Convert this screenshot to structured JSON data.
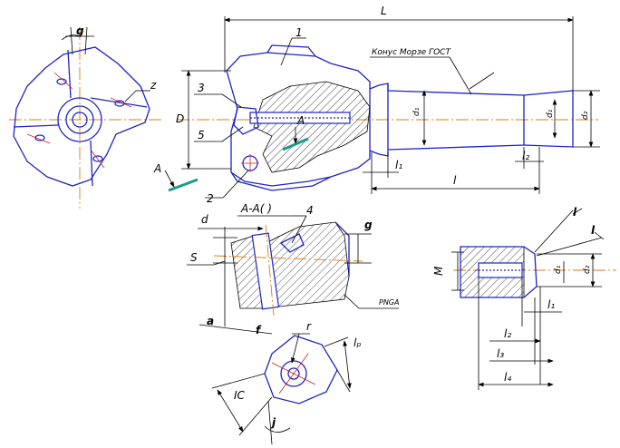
{
  "drawing": {
    "dims": {
      "L": "L",
      "D": "D",
      "d1_left": "d₁",
      "l1": "l₁",
      "l": "l",
      "l2": "l₂",
      "d1_right": "d₁",
      "d2": "d₂",
      "d": "d",
      "S": "S",
      "M": "M",
      "d1_small": "d₁",
      "d2_small": "d₂",
      "l1_small": "l₁",
      "l2_small": "l₂",
      "l3_small": "l₃",
      "l4_small": "l₄",
      "IC": "IC",
      "r": "r",
      "lp": "lₚ"
    },
    "callouts": {
      "c1": "1",
      "c2": "2",
      "c3": "3",
      "c4": "4",
      "c5": "5",
      "z": "z",
      "A_top": "A",
      "A_left": "A",
      "section": "A-A(   )",
      "morse": "Конус Морзе ГОСТ",
      "insert": "PNGA"
    },
    "colors": {
      "outline": "#1c24c8",
      "centerline": "#e07a10",
      "dimension": "#000000",
      "section_arrow": "#1a9a8c"
    }
  }
}
